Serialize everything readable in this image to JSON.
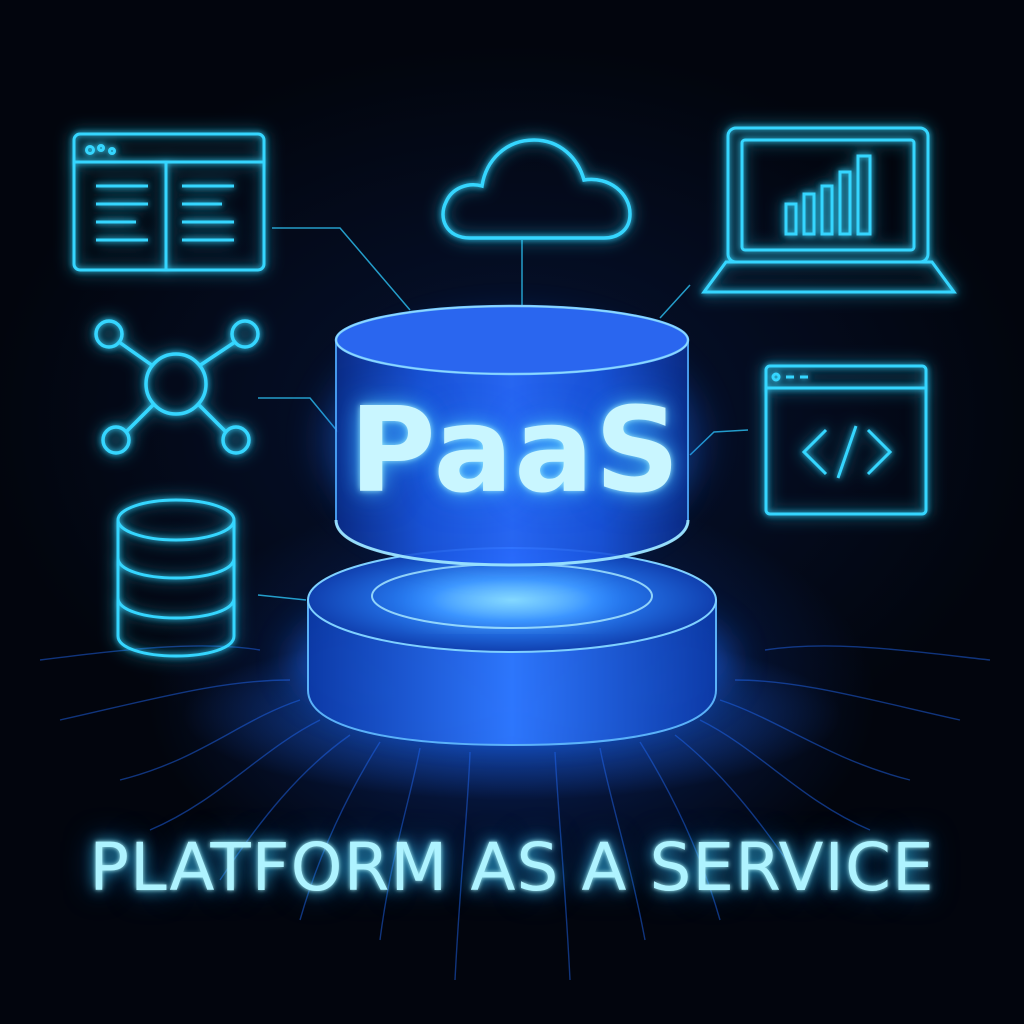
{
  "center": {
    "label": "PaaS"
  },
  "tagline": "PLATFORM AS A SERVICE",
  "icons": {
    "top_left": "web-layout-icon",
    "top_center": "cloud-icon",
    "top_right": "laptop-chart-icon",
    "middle_left": "network-nodes-icon",
    "middle_right": "code-window-icon",
    "bottom_left": "database-icon",
    "center": "platform-cylinder"
  },
  "colors": {
    "background": "#02050d",
    "neon_cyan": "#35d6ff",
    "platform_blue": "#1f6bff",
    "label_text": "#c9f6ff"
  }
}
